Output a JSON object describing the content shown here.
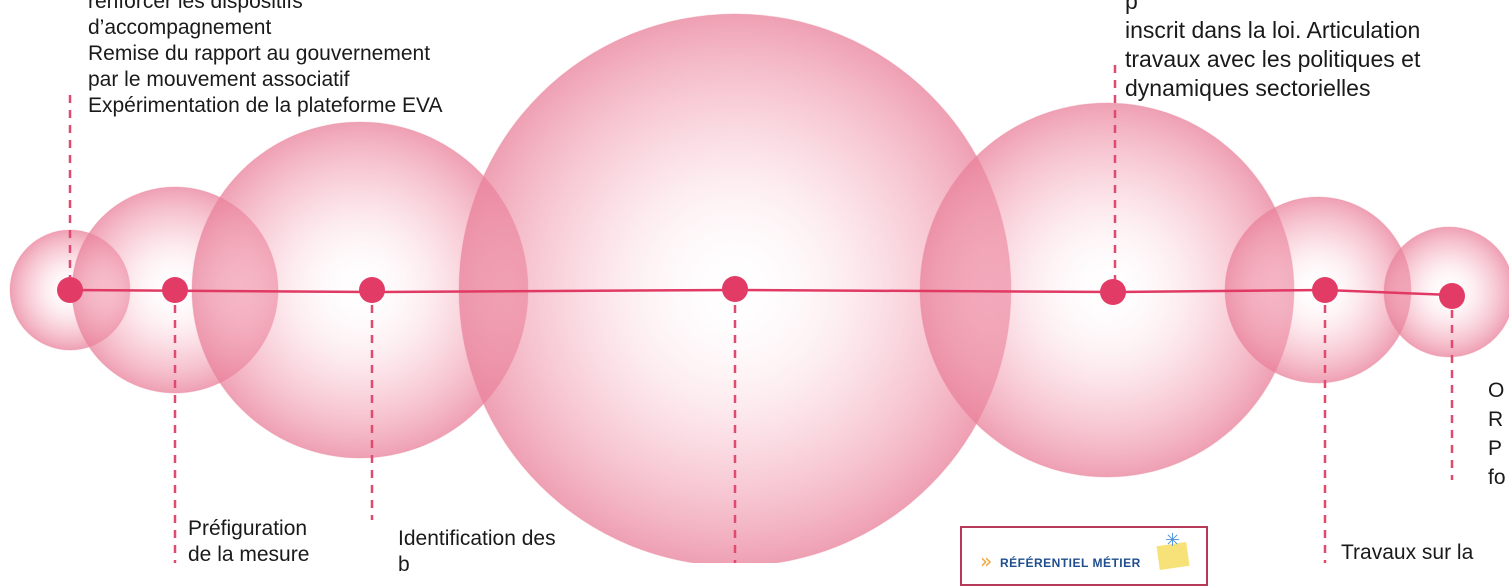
{
  "colors": {
    "line": "#e03a64",
    "dot": "#e23c66",
    "dash": "#e04a6e",
    "circle": "#ef8ba3",
    "card_border": "#b43a58"
  },
  "milestones": [
    {
      "label": "Préfiguration de la mesure"
    },
    {
      "label": "Identification des"
    },
    {
      "label": ""
    },
    {
      "label": ""
    },
    {
      "label": "inscrit dans la loi"
    },
    {
      "label": "Travaux sur la"
    },
    {
      "label": ""
    },
    {
      "label": ""
    }
  ],
  "text_blocks": {
    "top_left": [
      "renforcer les dispositifs",
      "d’accompagnement",
      "Remise du rapport au gouvernement",
      "par le mouvement associatif",
      "Expérimentation de la plateforme EVA"
    ],
    "top_right": [
      "p",
      "inscrit dans la loi. Articulation",
      "travaux avec les politiques et",
      "dynamiques sectorielles"
    ],
    "right": [
      "O",
      "R",
      "P",
      "fo"
    ],
    "bottom_1": [
      "Préfiguration",
      "de la mesure"
    ],
    "bottom_2": [
      "Identification des",
      "b"
    ],
    "bottom_3": [
      "Travaux sur la"
    ]
  },
  "card": {
    "title": "RÉFÉRENTIEL MÉTIER",
    "icons": [
      "chevrons-icon",
      "network-badge-icon",
      "star-burst-icon"
    ]
  }
}
